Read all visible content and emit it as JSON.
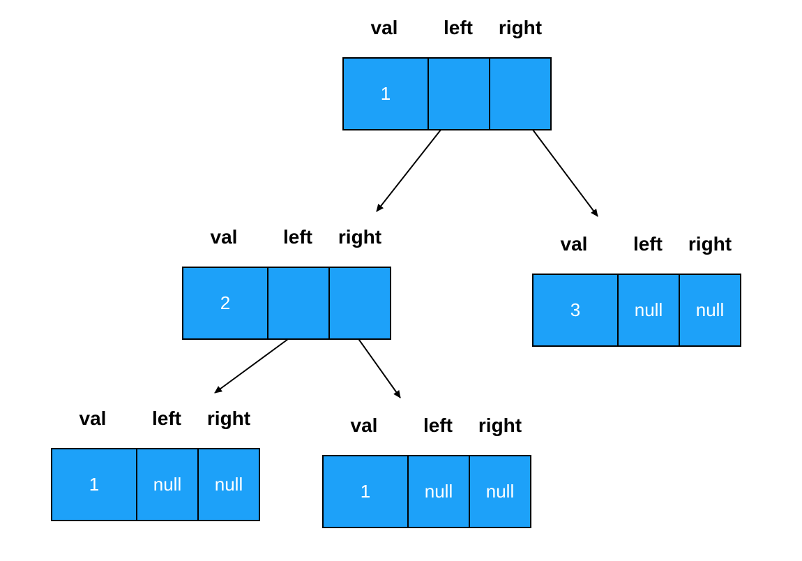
{
  "headers": {
    "val": "val",
    "left": "left",
    "right": "right"
  },
  "nodes": [
    {
      "val": "1",
      "left": "",
      "right": ""
    },
    {
      "val": "2",
      "left": "",
      "right": ""
    },
    {
      "val": "3",
      "left": "null",
      "right": "null"
    },
    {
      "val": "1",
      "left": "null",
      "right": "null"
    },
    {
      "val": "1",
      "left": "null",
      "right": "null"
    }
  ],
  "edges": [
    {
      "from": "node-0-left",
      "to": "node-1"
    },
    {
      "from": "node-0-right",
      "to": "node-2"
    },
    {
      "from": "node-1-left",
      "to": "node-3"
    },
    {
      "from": "node-1-right",
      "to": "node-4"
    }
  ]
}
